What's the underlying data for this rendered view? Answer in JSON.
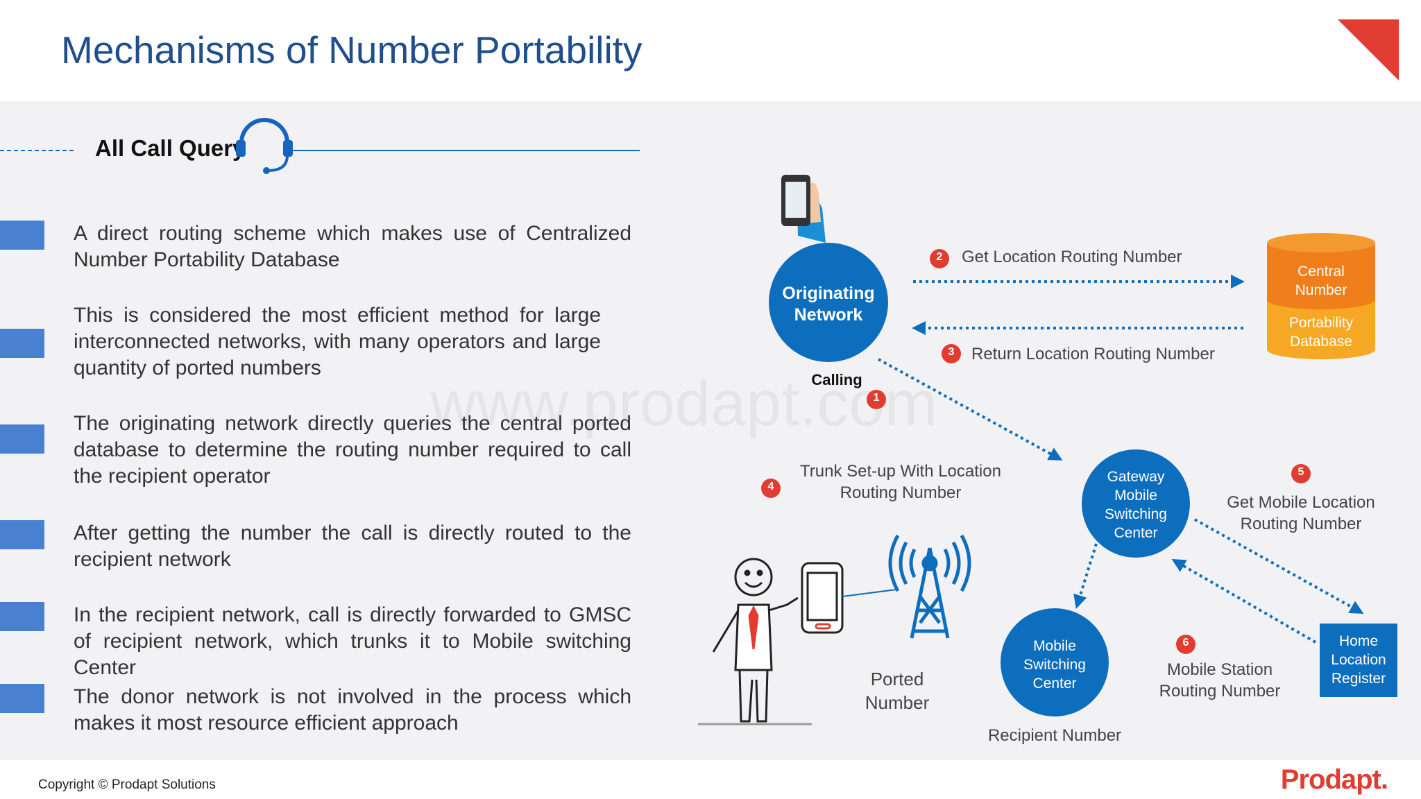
{
  "title": "Mechanisms of Number Portability",
  "section": {
    "heading": "All Call Query"
  },
  "bullets": [
    {
      "text": "A direct routing scheme which makes use of Centralized Number Portability Database"
    },
    {
      "text": "This is considered the most efficient method for large interconnected networks, with many operators and large quantity of ported numbers"
    },
    {
      "text": "The originating network directly queries the central ported database to determine the routing number required to call the recipient operator"
    },
    {
      "text": "After getting the number the call is directly routed to the recipient network"
    },
    {
      "text": "In the recipient network, call is directly forwarded to GMSC of recipient network, which trunks it to Mobile switching Center"
    },
    {
      "text": "The donor network is not involved in the process which makes it most resource efficient approach"
    }
  ],
  "diagram": {
    "originating": {
      "line1": "Originating",
      "line2": "Network"
    },
    "calling": "Calling",
    "database": {
      "top1": "Central",
      "top2": "Number",
      "bottom1": "Portability",
      "bottom2": "Database"
    },
    "gmsc": {
      "l1": "Gateway",
      "l2": "Mobile",
      "l3": "Switching",
      "l4": "Center"
    },
    "msc": {
      "l1": "Mobile",
      "l2": "Switching",
      "l3": "Center"
    },
    "hlr": {
      "l1": "Home",
      "l2": "Location",
      "l3": "Register"
    },
    "steps": {
      "s1": "1",
      "s2": "2",
      "s3": "3",
      "s4": "4",
      "s5": "5",
      "s6": "6"
    },
    "labels": {
      "get_lrn": "Get Location Routing Number",
      "return_lrn": "Return Location Routing Number",
      "trunk1": "Trunk Set-up With Location",
      "trunk2": "Routing Number",
      "get_mlrn1": "Get Mobile Location",
      "get_mlrn2": "Routing Number",
      "msrn1": "Mobile Station",
      "msrn2": "Routing Number",
      "ported1": "Ported",
      "ported2": "Number",
      "recipient": "Recipient Number"
    }
  },
  "watermark": "www.prodapt.com",
  "footer": {
    "copyright": "Copyright © Prodapt Solutions",
    "brand": "Prodapt."
  },
  "colors": {
    "blue": "#0d6ebd",
    "title": "#1f4e8c",
    "red": "#e03c31",
    "orange": "#f07e1b",
    "orange_light": "#f6a724"
  }
}
